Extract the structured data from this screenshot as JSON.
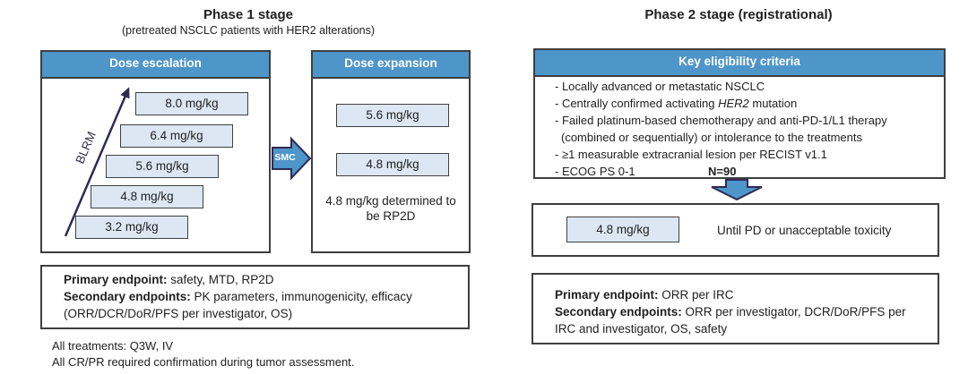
{
  "colors": {
    "accent-blue": "#4e95c9",
    "light-fill": "#dce7f3",
    "box-border": "#3f3f3f",
    "navy": "#2e2b55",
    "text": "#212121"
  },
  "phase1": {
    "title": "Phase 1 stage",
    "subtitle": "(pretreated NSCLC patients with HER2 alterations)",
    "escalation": {
      "header": "Dose escalation",
      "arrow_label": "BLRM",
      "doses": [
        "3.2 mg/kg",
        "4.8 mg/kg",
        "5.6 mg/kg",
        "6.4 mg/kg",
        "8.0 mg/kg"
      ]
    },
    "smc_label": "SMC",
    "expansion": {
      "header": "Dose expansion",
      "doses": [
        "5.6 mg/kg",
        "4.8 mg/kg"
      ],
      "note": "4.8 mg/kg determined to be RP2D"
    },
    "endpoints": {
      "primary_label": "Primary endpoint:",
      "primary_text": " safety, MTD, RP2D",
      "secondary_label": "Secondary endpoints:",
      "secondary_text": " PK parameters, immunogenicity, efficacy (ORR/DCR/DoR/PFS per investigator, OS)"
    },
    "footnotes": [
      "All treatments: Q3W, IV",
      "All CR/PR required confirmation during tumor assessment."
    ]
  },
  "phase2": {
    "title": "Phase 2 stage (registrational)",
    "eligibility": {
      "header": "Key eligibility criteria",
      "items": [
        {
          "pre": "- Locally advanced or metastatic NSCLC",
          "italic": "",
          "post": ""
        },
        {
          "pre": "- Centrally confirmed activating ",
          "italic": "HER2",
          "post": " mutation"
        },
        {
          "pre": "- Failed platinum-based chemotherapy and anti-PD-1/L1 therapy",
          "italic": "",
          "post": ""
        },
        {
          "pre": "(combined or sequentially) or intolerance to the treatments",
          "italic": "",
          "post": ""
        },
        {
          "pre": "- ≥1 measurable extracranial lesion per RECIST v1.1",
          "italic": "",
          "post": ""
        },
        {
          "pre": "- ECOG PS 0-1",
          "italic": "",
          "post": ""
        }
      ],
      "n_label": "N=90"
    },
    "treatment": {
      "dose": "4.8 mg/kg",
      "duration": "Until PD or unacceptable toxicity"
    },
    "endpoints": {
      "primary_label": "Primary endpoint:",
      "primary_text": " ORR per IRC",
      "secondary_label": "Secondary endpoints:",
      "secondary_text": " ORR per investigator, DCR/DoR/PFS per IRC and investigator, OS, safety"
    }
  }
}
